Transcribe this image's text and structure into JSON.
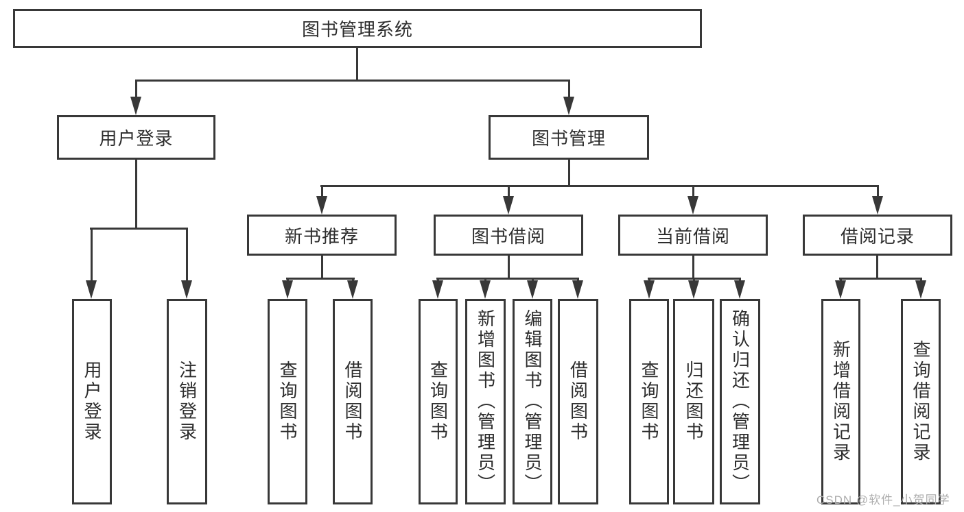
{
  "tree": {
    "root": {
      "label": "图书管理系统",
      "children": [
        {
          "label": "用户登录",
          "children": [
            {
              "label": "用户登录"
            },
            {
              "label": "注销登录"
            }
          ]
        },
        {
          "label": "图书管理",
          "children": [
            {
              "label": "新书推荐",
              "children": [
                {
                  "label": "查询图书"
                },
                {
                  "label": "借阅图书"
                }
              ]
            },
            {
              "label": "图书借阅",
              "children": [
                {
                  "label": "查询图书"
                },
                {
                  "label": "新增图书（管理员）"
                },
                {
                  "label": "编辑图书（管理员）"
                },
                {
                  "label": "借阅图书"
                }
              ]
            },
            {
              "label": "当前借阅",
              "children": [
                {
                  "label": "查询图书"
                },
                {
                  "label": "归还图书"
                },
                {
                  "label": "确认归还（管理员）"
                }
              ]
            },
            {
              "label": "借阅记录",
              "children": [
                {
                  "label": "新增借阅记录"
                },
                {
                  "label": "查询借阅记录"
                }
              ]
            }
          ]
        }
      ]
    }
  },
  "watermark": {
    "text": "CSDN @软件_小贺同学"
  },
  "colors": {
    "line": "#383838",
    "text": "#2d2d2d",
    "watermark": "#adadad",
    "background": "#ffffff"
  }
}
